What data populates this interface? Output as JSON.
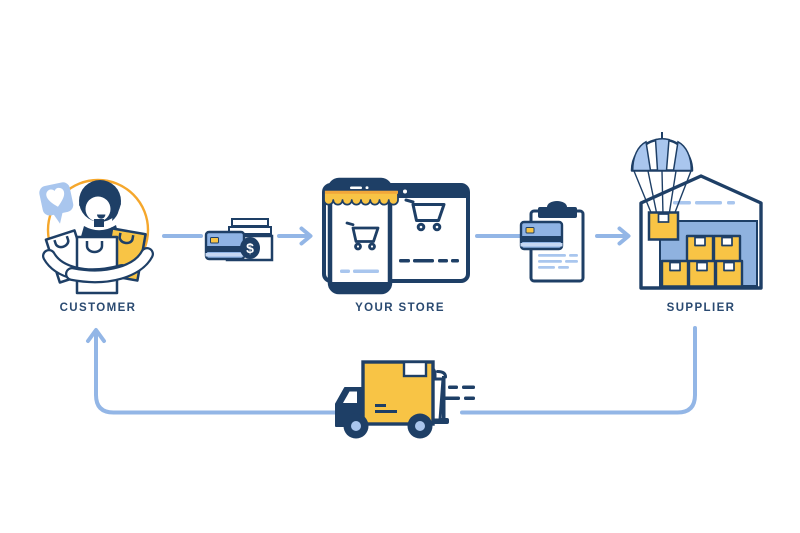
{
  "diagram": {
    "nodes": [
      {
        "id": "customer",
        "label": "CUSTOMER",
        "icon": "customer-with-shopping-bags"
      },
      {
        "id": "your_store",
        "label": "YOUR STORE",
        "icon": "storefront-phone-and-browser"
      },
      {
        "id": "supplier",
        "label": "SUPPLIER",
        "icon": "warehouse-parachute-delivery"
      }
    ],
    "connectors": [
      {
        "from": "customer",
        "to": "your_store",
        "icon": "payment-card-cash",
        "symbol": "$"
      },
      {
        "from": "your_store",
        "to": "supplier",
        "icon": "order-clipboard-card"
      },
      {
        "from": "supplier",
        "to": "customer",
        "icon": "delivery-truck",
        "path": "bottom-return-loop"
      }
    ],
    "colors": {
      "navy": "#1e3f66",
      "arrow_blue": "#93b6e6",
      "pale_blue": "#a9c6ee",
      "card_blue": "#8fb3e4",
      "door_blue": "#8fb2df",
      "yellow": "#f8c445",
      "orange": "#f5a72c",
      "background": "#ffffff"
    }
  }
}
